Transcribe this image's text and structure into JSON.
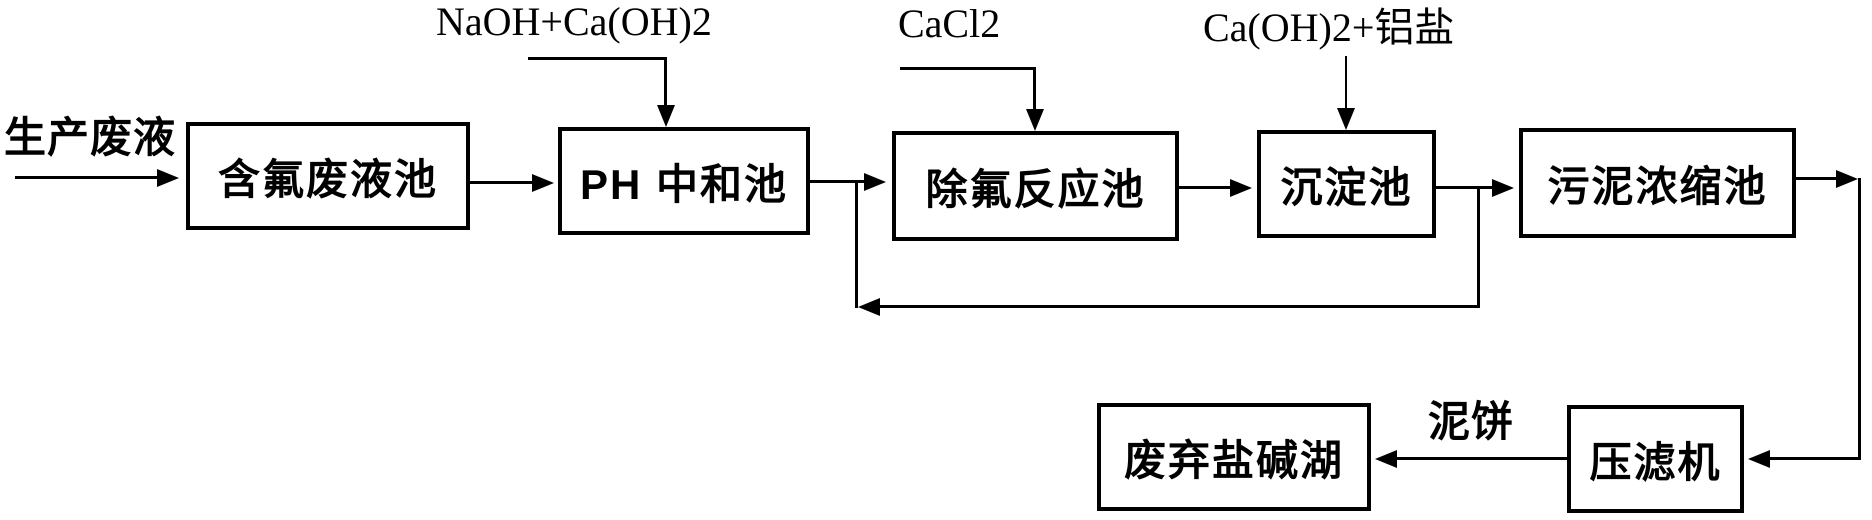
{
  "diagram": {
    "kind": "wastewater-treatment-process-flowchart",
    "colors": {
      "background": "#ffffff",
      "line": "#000000",
      "text": "#000000"
    },
    "nodes": [
      {
        "label": "含氟废液池"
      },
      {
        "label": "PH 中和池"
      },
      {
        "label": "除氟反应池"
      },
      {
        "label": "沉淀池"
      },
      {
        "label": "污泥浓缩池"
      },
      {
        "label": "废弃盐碱湖"
      },
      {
        "label": "压滤机"
      }
    ],
    "chemical_inputs": [
      {
        "label": "NaOH+Ca(OH)2",
        "target": "PH 中和池"
      },
      {
        "label": "CaCl2",
        "target": "除氟反应池"
      },
      {
        "label": "Ca(OH)2+铝盐",
        "target": "沉淀池"
      }
    ],
    "stream_labels": {
      "inlet": "生产废液",
      "mud_cake": "泥饼"
    },
    "edges": [
      {
        "from": "生产废液",
        "to": "含氟废液池"
      },
      {
        "from": "含氟废液池",
        "to": "PH 中和池"
      },
      {
        "from": "PH 中和池",
        "to": "除氟反应池"
      },
      {
        "from": "除氟反应池",
        "to": "沉淀池"
      },
      {
        "from": "沉淀池",
        "to": "污泥浓缩池"
      },
      {
        "from": "沉淀池出口连线",
        "to": "除氟反应池入口",
        "note": "recycle loop drawn below main row, arrow points left"
      },
      {
        "from": "污泥浓缩池",
        "to": "压滤机",
        "note": "line exits right, drops down, enters filter press from right"
      },
      {
        "from": "压滤机",
        "to": "废弃盐碱湖",
        "via_label": "泥饼"
      }
    ]
  }
}
